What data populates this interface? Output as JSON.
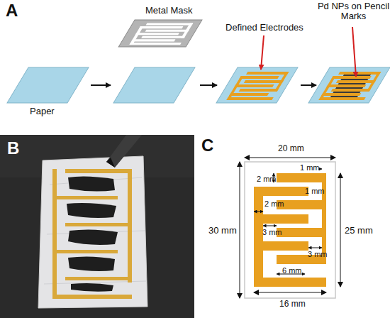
{
  "diagram": {
    "labels": [
      "A",
      "Metal Mask",
      "Defined Electrodes",
      "Pd NPs on Pencil Marks",
      "Paper",
      "B",
      "C",
      "20 mm",
      "1 mm",
      "2 mm",
      "1 mm",
      "2 mm",
      "3 mm",
      "3 mm",
      "6 mm",
      "30 mm",
      "25 mm",
      "16 mm"
    ]
  }
}
